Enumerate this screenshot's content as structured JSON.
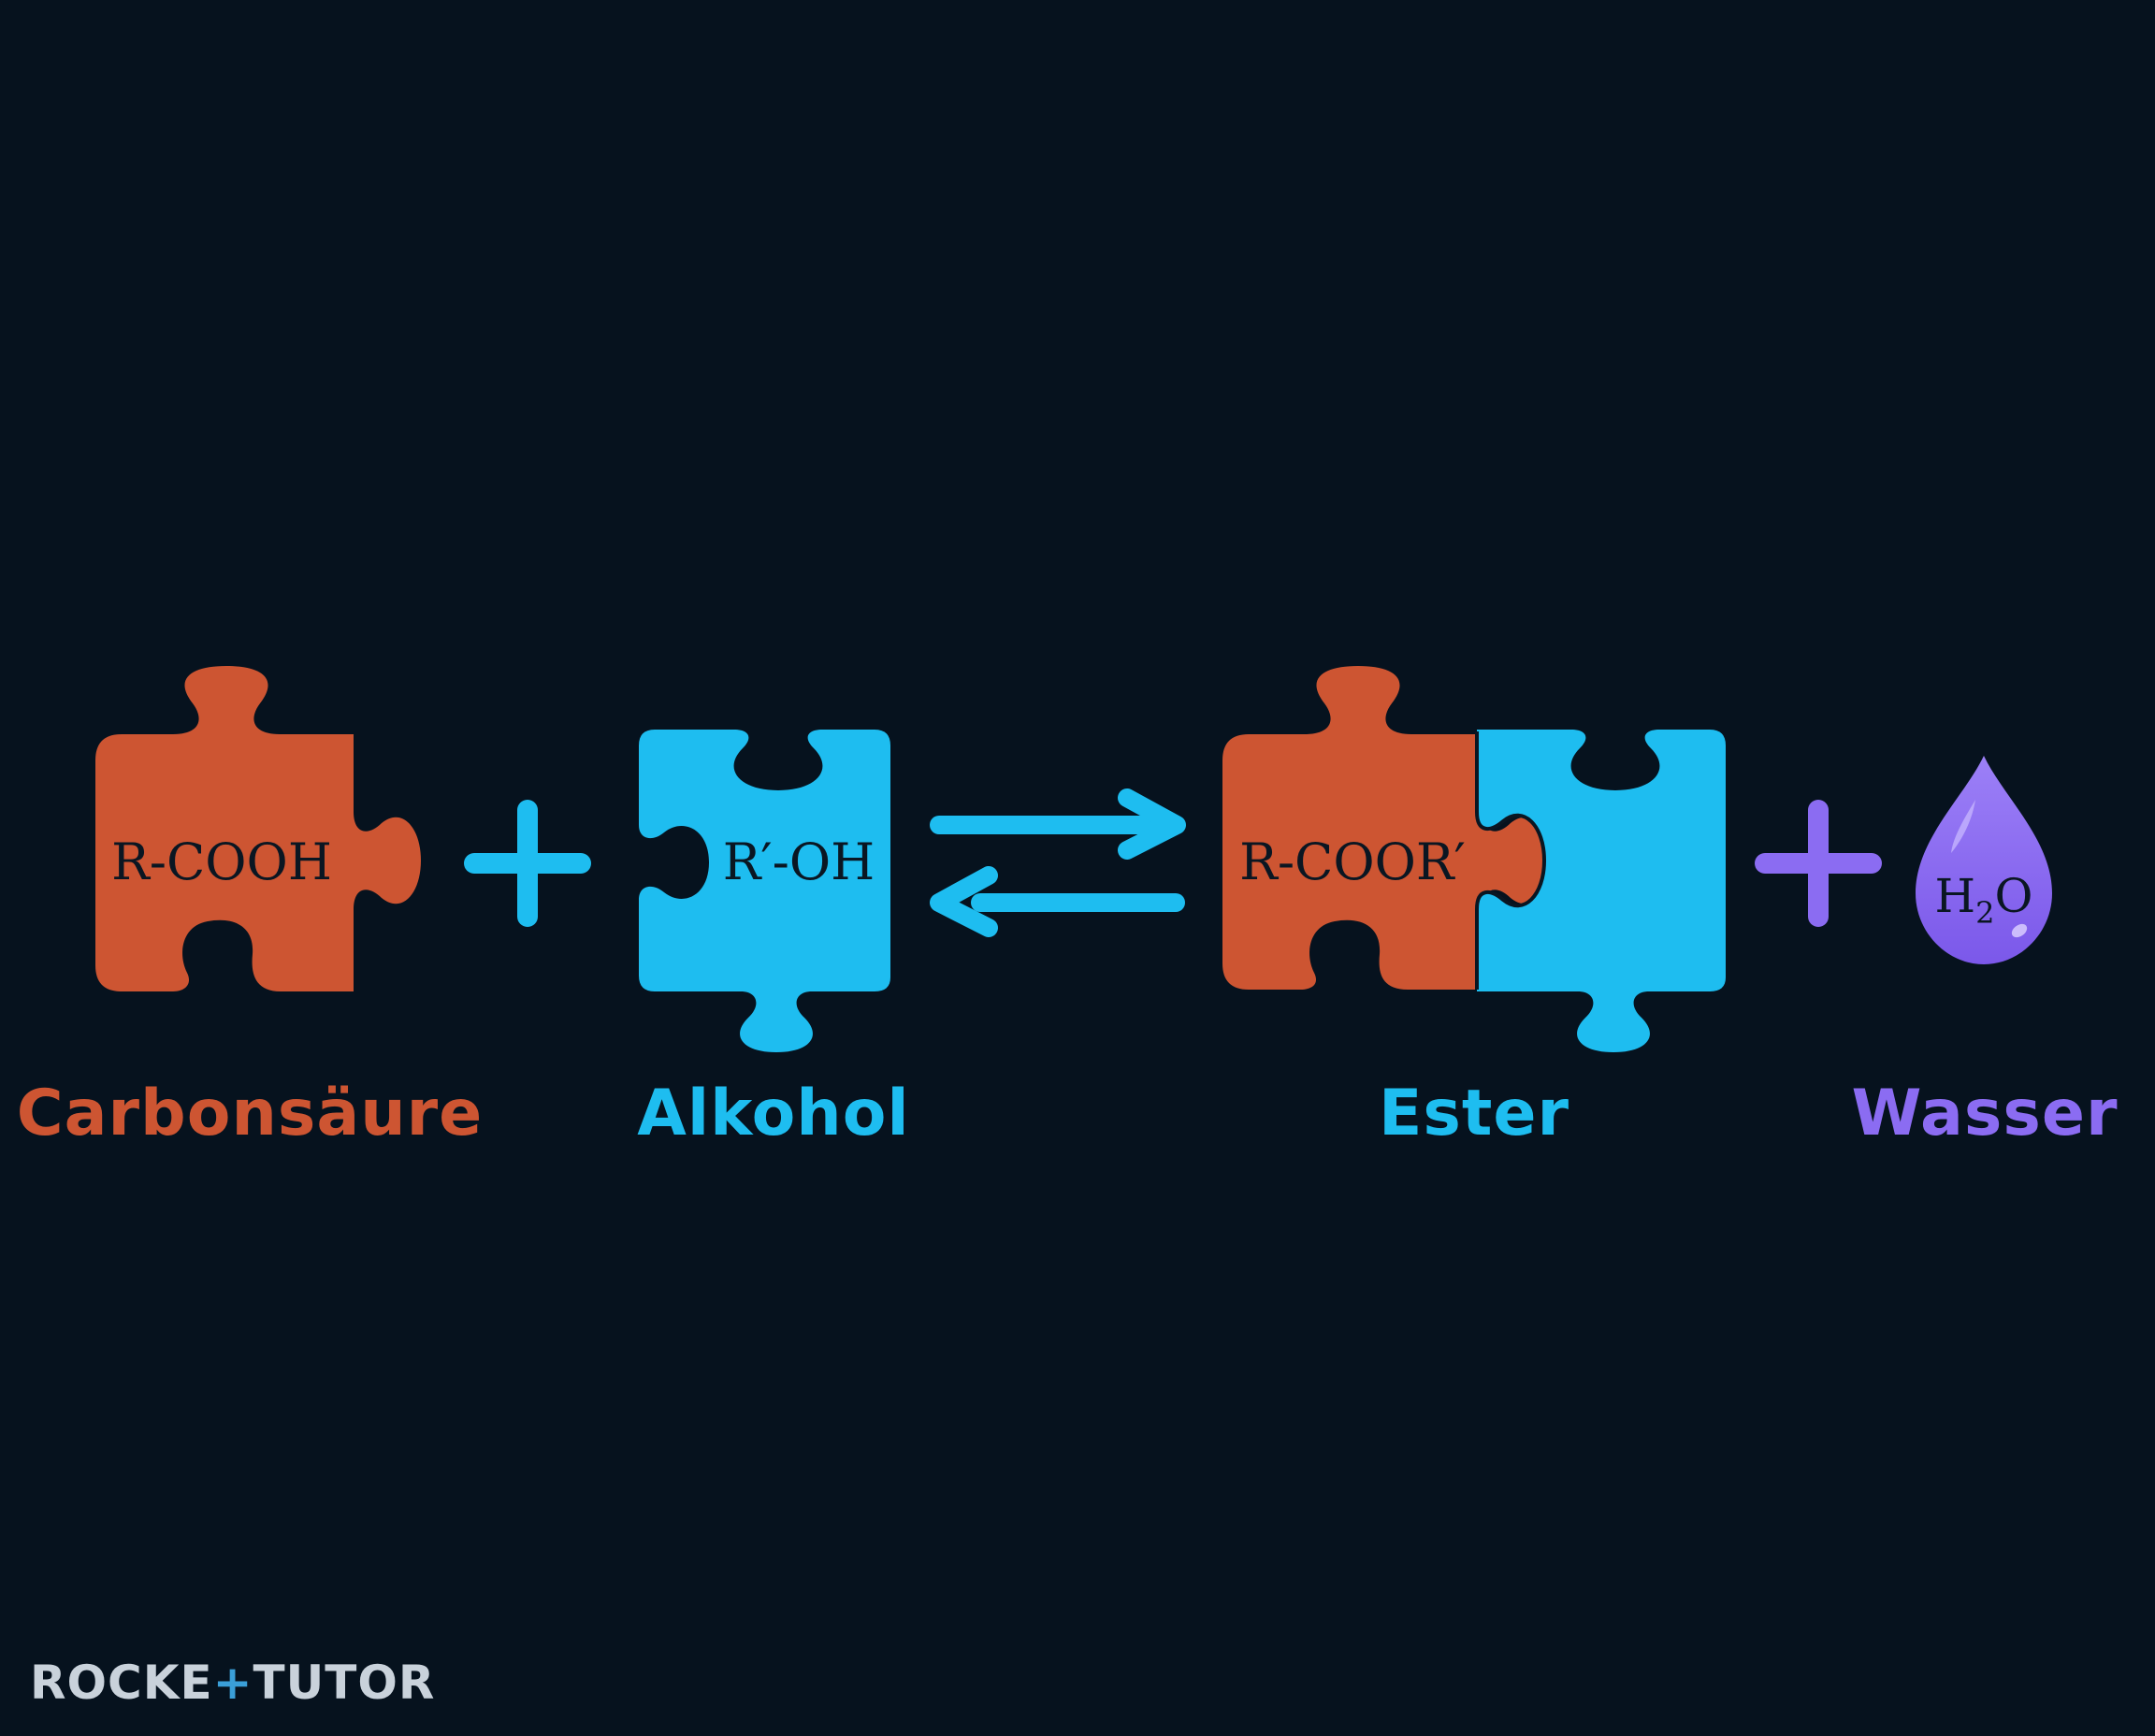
{
  "colors": {
    "background": "#06121e",
    "acid": "#cd5532",
    "alcohol": "#1ebdf0",
    "water": "#8b6cf2",
    "formula_text": "#0a1622"
  },
  "reactants": {
    "acid": {
      "formula": "R-COOH",
      "label": "Carbonsäure"
    },
    "alcohol": {
      "formula": "R′-OH",
      "label": "Alkohol"
    }
  },
  "operators": {
    "plus": "+",
    "equilibrium_icon": "equilibrium-arrows-icon"
  },
  "products": {
    "ester": {
      "formula": "R-COOR′",
      "label": "Ester"
    },
    "water": {
      "formula_main": "H",
      "formula_sub": "2",
      "formula_end": "O",
      "label": "Wasser",
      "icon": "water-drop-icon"
    }
  },
  "logo": {
    "part1": "ROCKE",
    "part2": "+",
    "part3": "TUTOR"
  }
}
